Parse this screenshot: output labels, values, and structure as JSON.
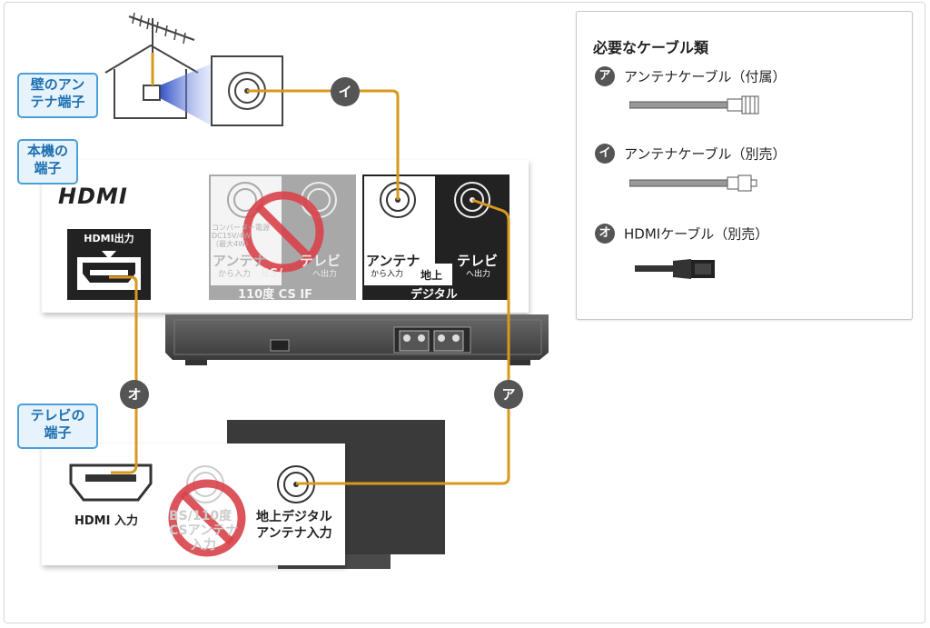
{
  "tags": {
    "wall_terminal": [
      "壁のアン",
      "テナ端子"
    ],
    "device_terminal": [
      "本機の",
      "端子"
    ],
    "tv_terminal": [
      "テレビの",
      "端子"
    ]
  },
  "device": {
    "hdmi_logo": "HDMI",
    "hdmi_out": "HDMI出力",
    "converter_lines": [
      "コンバーター電源",
      "DC15V/4W",
      "（最大4W）"
    ],
    "bs_antenna": "アンテナ",
    "bs_antenna_sub": "から入力",
    "bs_tv": "テレビ",
    "bs_tv_sub": "へ出力",
    "bs_name_1": "BS/",
    "bs_name_2": "110度 CS IF",
    "terr_antenna": "アンテナ",
    "terr_antenna_sub": "から入力",
    "terr_tv": "テレビ",
    "terr_tv_sub": "へ出力",
    "terr_name_1": "地上",
    "terr_name_2": "デジタル"
  },
  "tv": {
    "hdmi_in": "HDMI 入力",
    "bs_1": "BS/110度",
    "bs_2": "CSアンテナ",
    "bs_3": "入力",
    "terr_1": "地上デジタル",
    "terr_2": "アンテナ入力"
  },
  "badges": {
    "a": "ア",
    "i": "イ",
    "o": "オ"
  },
  "legend": {
    "title": "必要なケーブル類",
    "items": [
      {
        "badge": "ア",
        "label": "アンテナケーブル（付属）"
      },
      {
        "badge": "イ",
        "label": "アンテナケーブル（別売）"
      },
      {
        "badge": "オ",
        "label": "HDMIケーブル（別売）"
      }
    ]
  },
  "colors": {
    "cable": "#d9981e",
    "tag_border": "#4b9ed8",
    "tag_fill": "#e6f3fc",
    "tag_text": "#1e6fb0",
    "prohibit": "#d9434a",
    "badge": "#555555"
  }
}
